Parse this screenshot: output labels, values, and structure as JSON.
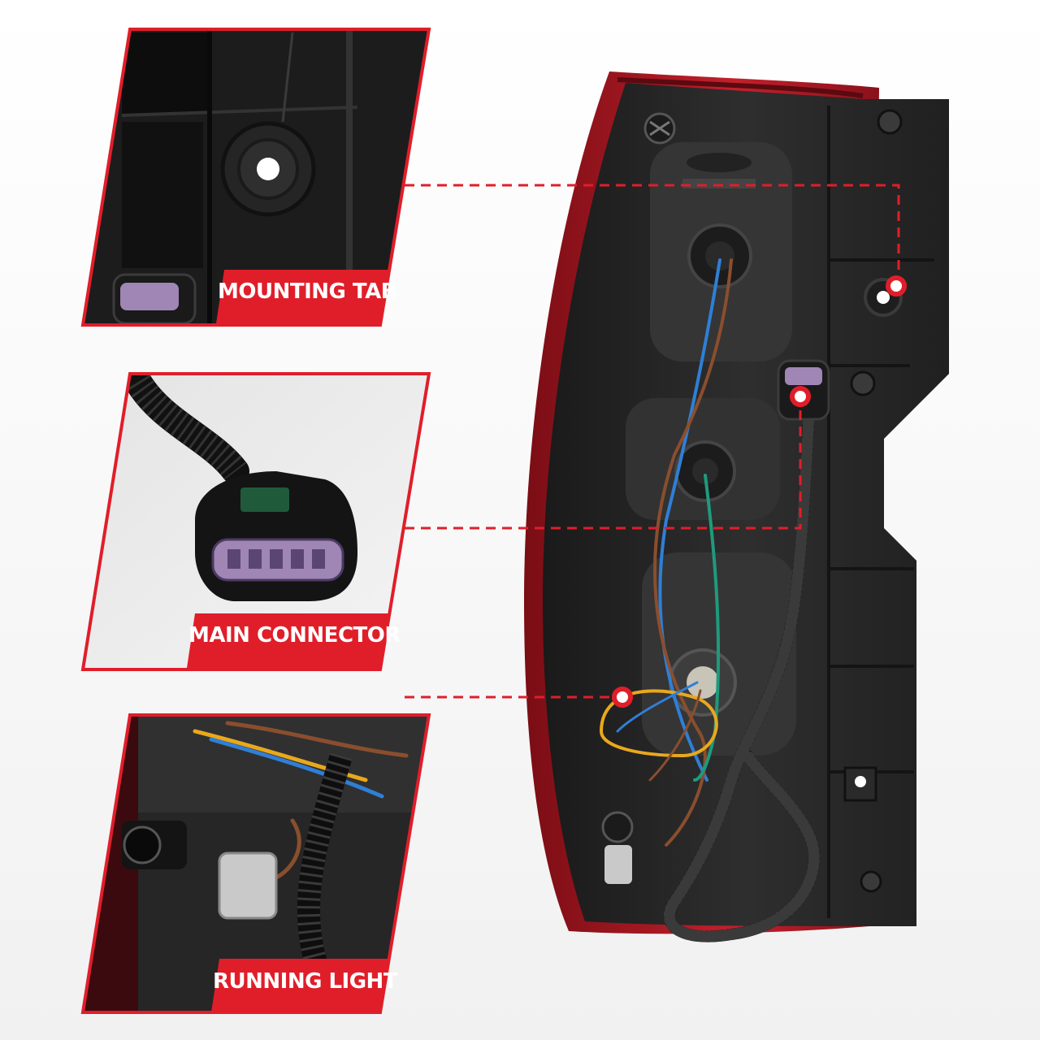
{
  "callouts": {
    "mounting_tab": "MOUNTING TAB",
    "main_connector": "MAIN CONNECTOR",
    "running_light": "RUNNING LIGHT"
  },
  "colors": {
    "accent": "#e01e2a",
    "panel_border": "#e01e2a",
    "dash_line": "#e01e2a",
    "housing": "#262626",
    "lens_red": "#b1131f",
    "connector_purple": "#9f86b5",
    "wire_blue": "#2f7fd6",
    "wire_brown": "#8a4e2e",
    "wire_green": "#1f9a7c",
    "wire_yellow": "#e9a81c"
  }
}
